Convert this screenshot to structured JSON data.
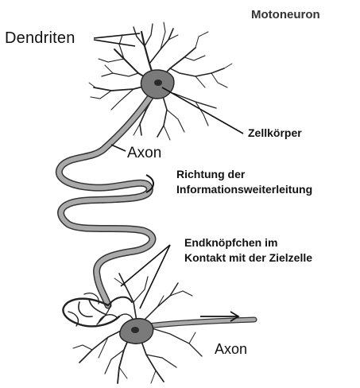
{
  "title": "Motoneuron",
  "labels": {
    "dendriten": "Dendriten",
    "zellkoerper": "Zellkörper",
    "axon_top": "Axon",
    "richtung_line1": "Richtung der",
    "richtung_line2": "Informationsweiterleitung",
    "endknoepfchen_line1": "Endknöpfchen im",
    "endknoepfchen_line2": "Kontakt mit der Zielzelle",
    "axon_bottom": "Axon"
  },
  "colors": {
    "ink": "#111111",
    "axon_fill": "#a9a9a9",
    "soma_fill": "#7a7a7a",
    "nucleus": "#2a2a2a"
  }
}
